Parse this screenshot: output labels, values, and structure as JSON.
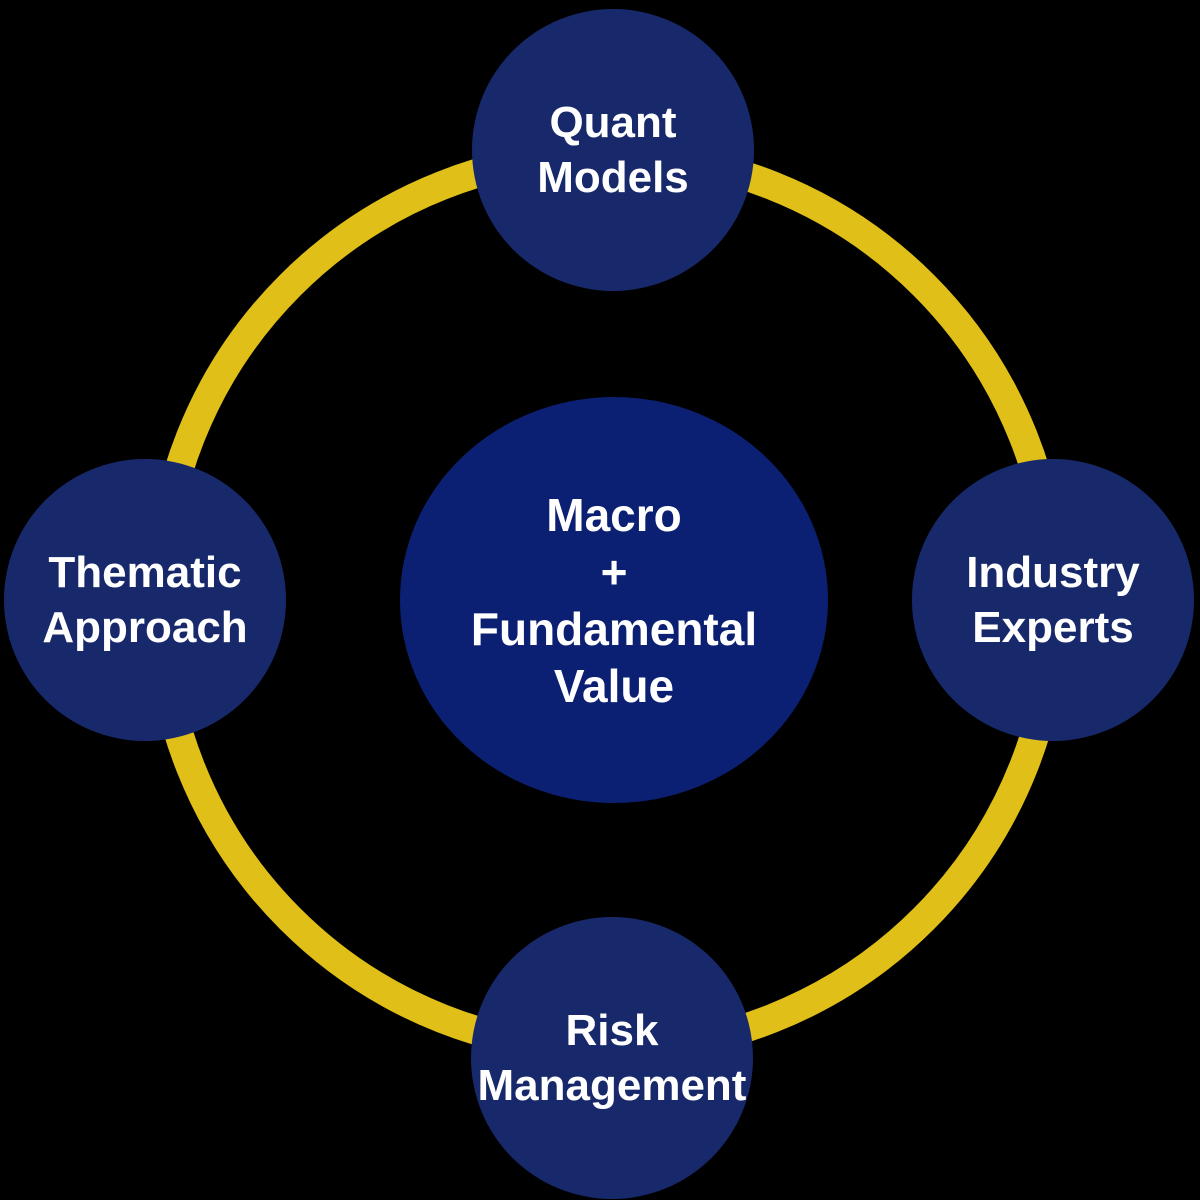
{
  "diagram": {
    "background_color": "#000000",
    "ring_color": "#E0C018",
    "satellite_color": "#18296B",
    "center_color": "#0B2072",
    "text_color": "#FFFFFF",
    "center_node": {
      "id": "macro-fundamental-value",
      "lines": [
        "Macro",
        "+",
        "Fundamental",
        "Value"
      ]
    },
    "satellites": [
      {
        "id": "quant-models",
        "position": "top",
        "lines": [
          "Quant",
          "Models"
        ]
      },
      {
        "id": "thematic-approach",
        "position": "left",
        "lines": [
          "Thematic",
          "Approach"
        ]
      },
      {
        "id": "industry-experts",
        "position": "right",
        "lines": [
          "Industry",
          "Experts"
        ]
      },
      {
        "id": "risk-management",
        "position": "bottom",
        "lines": [
          "Risk",
          "Management"
        ]
      }
    ]
  }
}
